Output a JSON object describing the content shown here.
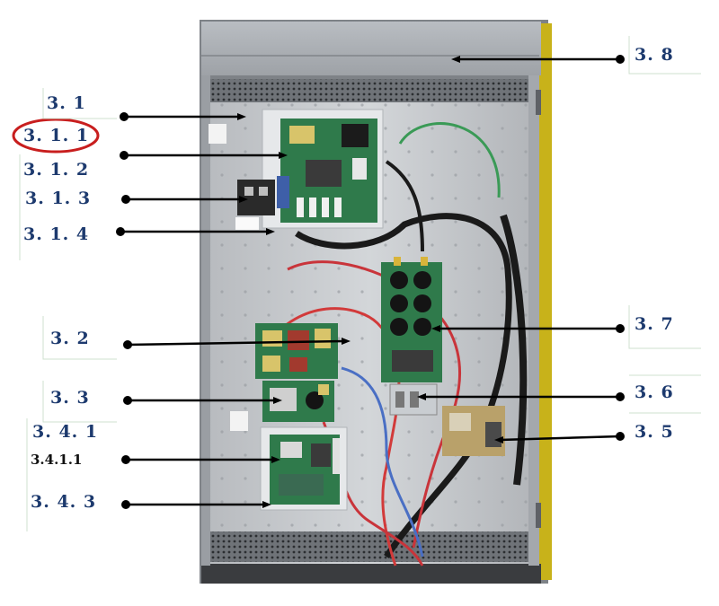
{
  "labels": {
    "l31": "3. 1",
    "l311": "3. 1. 1",
    "l312": "3. 1. 2",
    "l313": "3. 1. 3",
    "l314": "3. 1. 4",
    "l32": "3. 2",
    "l33": "3. 3",
    "l341": "3. 4. 1",
    "l3411": "3.4.1.1",
    "l343": "3. 4. 3",
    "l38": "3. 8",
    "l37": "3. 7",
    "l36": "3. 6",
    "l35": "3. 5"
  },
  "colors": {
    "label_text": "#1d3a6e",
    "highlight_circle": "#c81e1e",
    "leader": "#000000",
    "cabinet_frame": "#8d9196",
    "cabinet_inner": "#c4c7cb",
    "yellow_edge": "#c8b21a"
  }
}
